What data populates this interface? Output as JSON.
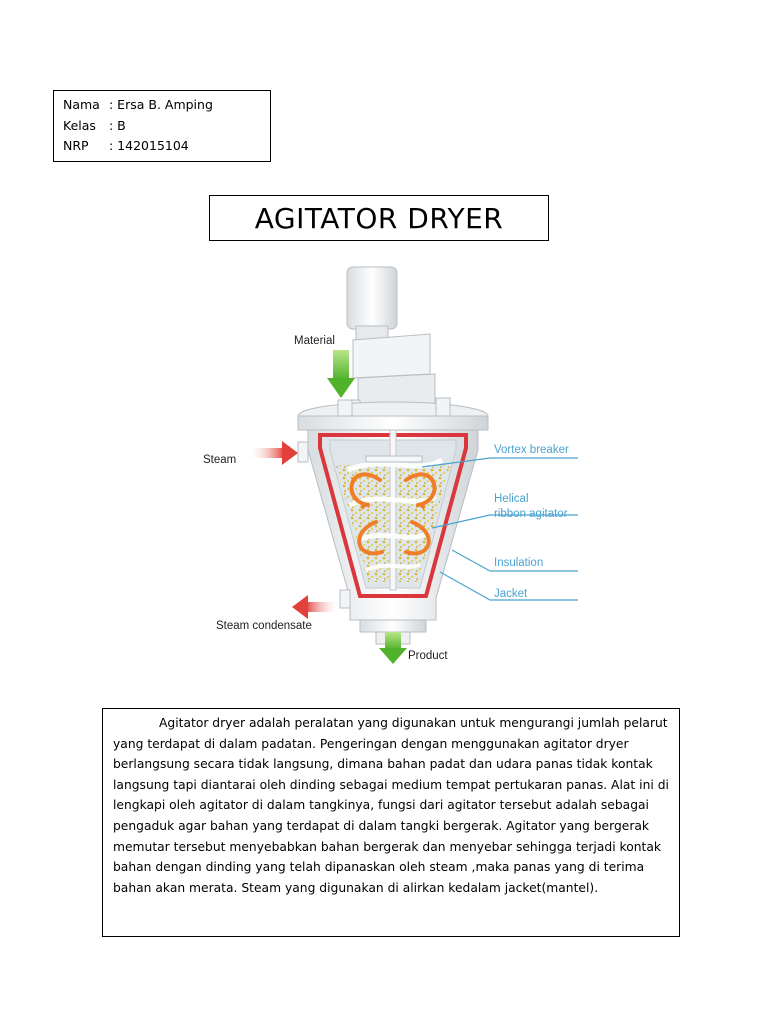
{
  "student": {
    "name_label": "Nama",
    "name_value": ": Ersa B. Amping",
    "class_label": "Kelas",
    "class_value": ": B",
    "nrp_label": "NRP",
    "nrp_value": ": 142015104"
  },
  "title": "AGITATOR DRYER",
  "diagram": {
    "labels": {
      "material": "Material",
      "steam": "Steam",
      "steam_condensate": "Steam condensate",
      "product": "Product",
      "vortex_breaker": "Vortex breaker",
      "helical_1": "Helical",
      "helical_2": "ribbon agitator",
      "insulation": "Insulation",
      "jacket": "Jacket"
    },
    "colors": {
      "inflow_arrow": "#6cc43a",
      "steam_arrow": "#e2413a",
      "callout": "#4aa3cf",
      "agitation": "#f07d2a",
      "jacket_wall": "#d9363e"
    }
  },
  "description": "Agitator dryer adalah peralatan yang digunakan untuk mengurangi jumlah pelarut yang terdapat di dalam padatan. Pengeringan dengan menggunakan agitator dryer berlangsung secara tidak langsung, dimana bahan padat dan udara panas tidak kontak langsung tapi diantarai oleh dinding sebagai medium tempat pertukaran panas. Alat ini di lengkapi oleh agitator di dalam tangkinya, fungsi dari agitator tersebut adalah sebagai pengaduk agar bahan yang terdapat di dalam tangki bergerak. Agitator yang bergerak memutar  tersebut menyebabkan bahan bergerak dan menyebar sehingga terjadi kontak bahan dengan dinding yang telah dipanaskan oleh steam ,maka panas yang di terima bahan akan merata. Steam yang digunakan di alirkan kedalam jacket(mantel)."
}
